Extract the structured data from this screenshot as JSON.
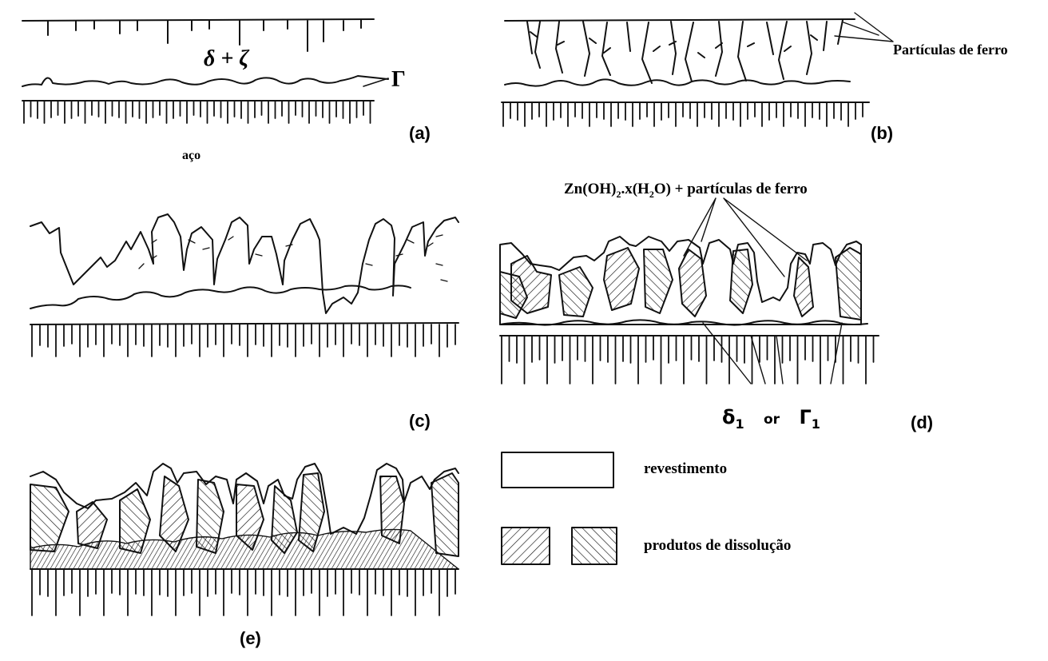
{
  "colors": {
    "ink": "#111111",
    "paper": "#ffffff"
  },
  "panel_labels": {
    "a": "(a)",
    "b": "(b)",
    "c": "(c)",
    "d": "(d)",
    "e": "(e)"
  },
  "panel_a": {
    "phases": "δ + ζ",
    "gamma": "Γ",
    "steel": "aço"
  },
  "panel_b": {
    "iron_particles": "Partículas de ferro"
  },
  "panel_d": {
    "top_prefix": "Zn(OH)",
    "top_sub1": "2",
    "top_mid": ".x(H",
    "top_sub2": "2",
    "top_suffix": "O) + partículas de ferro",
    "delta": "δ",
    "delta_sub": "1",
    "or": "or",
    "gamma": "Γ",
    "gamma_sub": "1"
  },
  "legend": {
    "coating": "revestimento",
    "dissolution": "produtos de dissolução"
  }
}
